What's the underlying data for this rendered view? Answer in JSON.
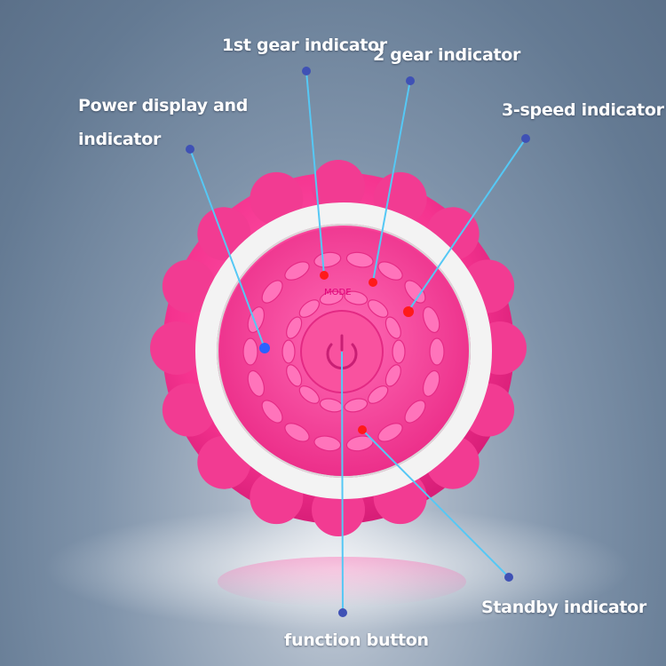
{
  "labels": {
    "gear1": "1st gear indicator",
    "gear2": "2 gear indicator",
    "speed3": "3-speed indicator",
    "power_line1": "Power display and",
    "power_line2": "indicator",
    "standby": "Standby indicator",
    "function": "function button"
  },
  "device": {
    "mode_text": "MODE"
  },
  "colors": {
    "background": "#647a93",
    "device_pink": "#ff3d9a",
    "ring": "#f5f5f5",
    "leader_line": "#4fc3f7",
    "dot_marker": "#3949ab",
    "led_red": "#ff1a1a",
    "led_blue": "#2962ff"
  },
  "icons": [
    "power-icon"
  ]
}
